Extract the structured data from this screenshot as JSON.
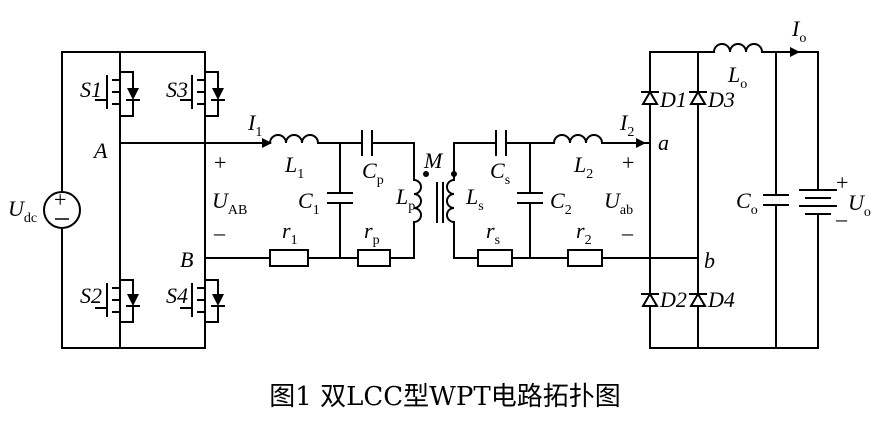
{
  "caption": "图1 双LCC型WPT电路拓扑图",
  "source": {
    "symbol": "U",
    "sub": "dc"
  },
  "nodes": {
    "A": "A",
    "B": "B",
    "a": "a",
    "b": "b"
  },
  "switches": {
    "s1": "S1",
    "s2": "S2",
    "s3": "S3",
    "s4": "S4"
  },
  "currents": {
    "I1": {
      "symbol": "I",
      "sub": "1"
    },
    "I2": {
      "symbol": "I",
      "sub": "2"
    },
    "Io": {
      "symbol": "I",
      "sub": "o"
    }
  },
  "voltages": {
    "UAB": {
      "symbol": "U",
      "sub": "AB",
      "plus": "+",
      "minus": "–"
    },
    "Uab": {
      "symbol": "U",
      "sub": "ab",
      "plus": "+",
      "minus": "–"
    },
    "Uo": {
      "symbol": "U",
      "sub": "o",
      "plus": "+",
      "minus": "–"
    }
  },
  "components": {
    "L1": {
      "symbol": "L",
      "sub": "1"
    },
    "C1": {
      "symbol": "C",
      "sub": "1"
    },
    "Cp": {
      "symbol": "C",
      "sub": "p"
    },
    "Lp": {
      "symbol": "L",
      "sub": "p"
    },
    "r1": {
      "symbol": "r",
      "sub": "1"
    },
    "rp": {
      "symbol": "r",
      "sub": "p"
    },
    "M": {
      "symbol": "M"
    },
    "Ls": {
      "symbol": "L",
      "sub": "s"
    },
    "Cs": {
      "symbol": "C",
      "sub": "s"
    },
    "L2": {
      "symbol": "L",
      "sub": "2"
    },
    "C2": {
      "symbol": "C",
      "sub": "2"
    },
    "rs": {
      "symbol": "r",
      "sub": "s"
    },
    "r2": {
      "symbol": "r",
      "sub": "2"
    },
    "Lo": {
      "symbol": "L",
      "sub": "o"
    },
    "Co": {
      "symbol": "C",
      "sub": "o"
    }
  },
  "diodes": {
    "d1": "D1",
    "d2": "D2",
    "d3": "D3",
    "d4": "D4"
  }
}
